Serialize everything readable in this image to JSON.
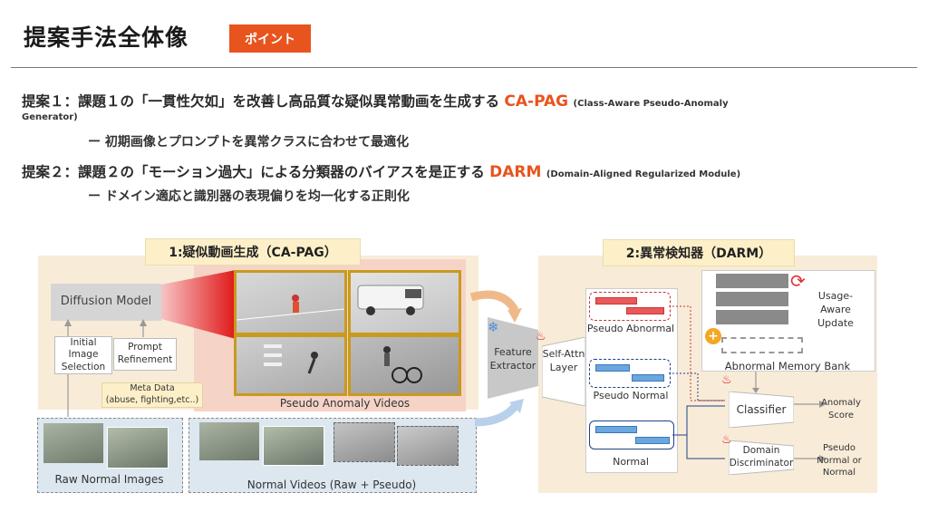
{
  "header": {
    "title": "提案手法全体像",
    "badge": "ポイント"
  },
  "proposals": {
    "p1_lead": "提案１：課題１の「一貫性欠如」を改善し高品質な疑似異常動画を生成する",
    "p1_name": "CA-PAG",
    "p1_full_a": "(Class-Aware Pseudo-Anomaly",
    "p1_full_b": "Generator)",
    "p1_sub": "ー 初期画像とプロンプトを異常クラスに合わせて最適化",
    "p2_lead": "提案２：課題２の「モーション過大」による分類器のバイアスを是正する",
    "p2_name": "DARM",
    "p2_full": "(Domain-Aligned Regularized Module)",
    "p2_sub": "ー ドメイン適応と識別器の表現偏りを均一化する正則化"
  },
  "diagram": {
    "left_title": "1:疑似動画生成（CA-PAG）",
    "right_title": "2:異常検知器（DARM）",
    "diffusion_model": "Diffusion Model",
    "initial_image_selection": "Initial Image Selection",
    "prompt_refinement": "Prompt Refinement",
    "meta_data_l1": "Meta Data",
    "meta_data_l2": "(abuse, fighting,etc..)",
    "pseudo_anomaly_videos": "Pseudo Anomaly Videos",
    "raw_normal_images": "Raw Normal Images",
    "normal_videos": "Normal Videos (Raw + Pseudo)",
    "feature_extractor": "Feature Extractor",
    "self_attn_layer": "Self-Attn Layer",
    "pseudo_abnormal": "Pseudo Abnormal",
    "pseudo_normal": "Pseudo Normal",
    "normal": "Normal",
    "usage_aware_update": "Usage-Aware Update",
    "abnormal_memory_bank": "Abnormal Memory Bank",
    "classifier": "Classifier",
    "domain_discriminator": "Domain Discriminator",
    "anomaly_score": "Anomaly Score",
    "pseudo_normal_or_normal": "Pseudo Normal or Normal"
  },
  "colors": {
    "accent": "#e8541e",
    "panel": "#f8ecd8",
    "pink": "#f6d3c7",
    "video_border": "#c99a1c"
  }
}
